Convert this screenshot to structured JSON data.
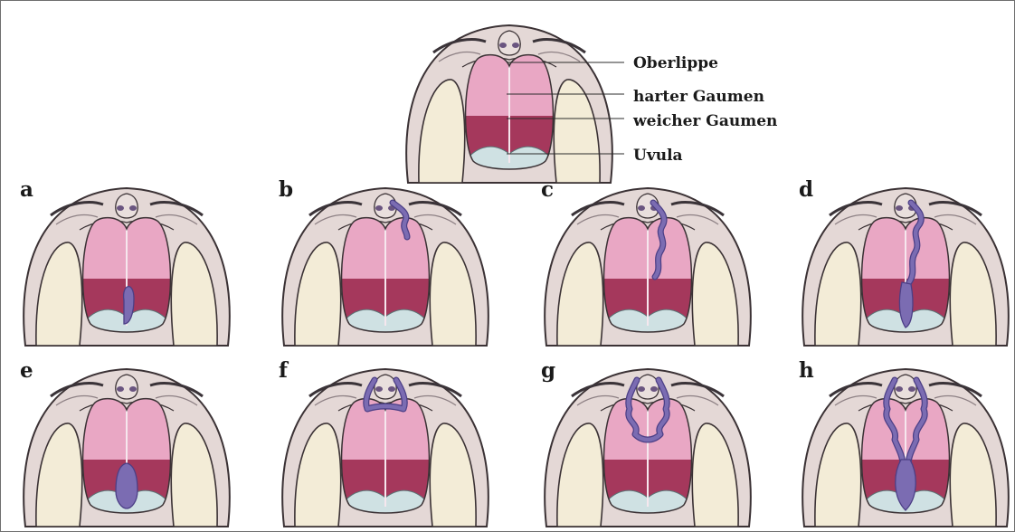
{
  "anatomy_labels": [
    "Oberlippe",
    "harter Gaumen",
    "weicher Gaumen",
    "Uvula"
  ],
  "panels": [
    {
      "letter": "a",
      "cleft": "uvula"
    },
    {
      "letter": "b",
      "cleft": "lip-unilateral"
    },
    {
      "letter": "c",
      "cleft": "lip-and-hard-palate-unilateral"
    },
    {
      "letter": "d",
      "cleft": "complete-unilateral"
    },
    {
      "letter": "e",
      "cleft": "soft-palate"
    },
    {
      "letter": "f",
      "cleft": "lip-bilateral"
    },
    {
      "letter": "g",
      "cleft": "lip-and-hard-palate-bilateral"
    },
    {
      "letter": "h",
      "cleft": "complete-bilateral"
    }
  ],
  "colors": {
    "face": "#e4d8d6",
    "face_outline": "#3b3235",
    "hard_palate": "#e9a7c4",
    "soft_palate": "#a5385c",
    "uvula_area": "#cfe1e3",
    "cheek": "#f3ecd7",
    "cleft": "#7b6cb2",
    "cleft_outline": "#4c3f86",
    "brow": "#3a3338"
  }
}
